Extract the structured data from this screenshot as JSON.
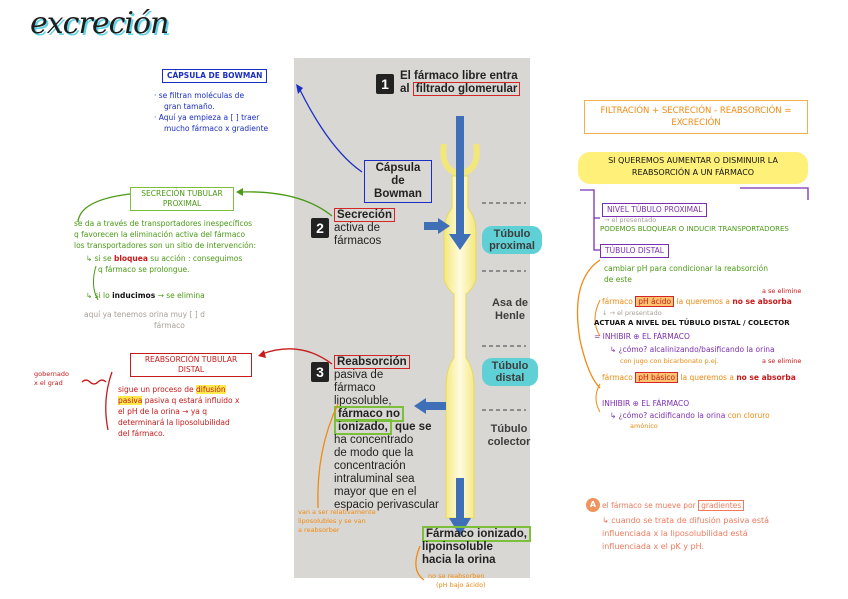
{
  "title": "excreción",
  "figure": {
    "step1": {
      "num": "1",
      "line1": "El fármaco libre entra",
      "line2_prefix": "al ",
      "line2_boxed": "filtrado glomerular"
    },
    "capsula": {
      "line1": "Cápsula de",
      "line2": "Bowman"
    },
    "step2": {
      "num": "2",
      "boxed": "Secreción",
      "line2": "activa de",
      "line3": "fármacos"
    },
    "segments": {
      "tubulo_proximal": [
        "Túbulo",
        "proximal"
      ],
      "asa_henle": [
        "Asa de",
        "Henle"
      ],
      "tubulo_distal": [
        "Túbulo",
        "distal"
      ],
      "tubulo_colector": [
        "Túbulo",
        "colector"
      ]
    },
    "step3": {
      "num": "3",
      "boxed": "Reabsorción",
      "lines": [
        "pasiva de",
        "fármaco",
        "liposoluble,"
      ],
      "green_boxed_1": "fármaco no",
      "green_boxed_2": "ionizado,",
      "after_boxed": " que se",
      "rest": [
        "ha concentrado",
        "de modo que la",
        "concentración",
        "intraluminal sea",
        "mayor que en el",
        "espacio perivascular"
      ]
    },
    "ionizado": {
      "boxed": "Fármaco ionizado,",
      "line2": "lipoinsoluble",
      "line3": "hacia la orina"
    }
  },
  "left": {
    "bowman": {
      "label": "cápsula de bowman",
      "notes": [
        "· se filtran moléculas de",
        "gran tamaño.",
        "· Aquí ya empieza a [ ] traer",
        "mucho fármaco x gradiente"
      ]
    },
    "secrecion": {
      "label": "secreción tubular",
      "label2": "proximal",
      "notes": [
        "se da a través de transportadores inespecíficos",
        "q favorecen la eliminación activa del fármaco",
        "los transportadores son un sitio de intervención:"
      ],
      "sub1_prefix": "↳ si se ",
      "sub1_hl": "bloquea",
      "sub1_rest": " su acción : conseguimos",
      "sub1_line2": "q fármaco se prolongue.",
      "sub2_prefix": "↳ si lo ",
      "sub2_hl": "inducimos",
      "sub2_rest": " → se elimina",
      "gray_note": "aquí ya tenemos orina muy [ ] d",
      "gray_note2": "fármaco"
    },
    "reabsorcion": {
      "label": "reabsorción tubular",
      "label2": "distal",
      "side_note": [
        "gobernado",
        "x el grad"
      ],
      "lines": [
        "sigue un proceso de ",
        "pasiva q estará influido x",
        "el pH de la orina → ya q",
        "determinará la liposolubilidad",
        "del fármaco."
      ],
      "hl_difusion": "difusión",
      "hl_pasiva": "pasiva"
    },
    "orange_note": [
      "van a ser relativamente",
      "liposolubles y se van",
      "a reabsorber"
    ],
    "bottom_note": [
      "no se reabsorben",
      "(pH bajo ácido)"
    ]
  },
  "right": {
    "formula_line1": "filtración + secreción - reabsorción =",
    "formula_line2": "excreción",
    "goal_line1": "si queremos aumentar o disminuir la",
    "goal_line2": "reabsorción a un fármaco",
    "nivel_proximal": "nivel túbulo proximal",
    "proximal_gray": "→ el presentado",
    "proximal_text": "podemos bloquear o inducir transportadores",
    "tubulo_distal": "túbulo distal",
    "distal_line1": "cambiar pH para condicionar la reabsorción",
    "distal_line2": "de este",
    "elimine_note": "a se elimine",
    "acido_prefix": "fármaco ",
    "acido_boxed": "pH ácido",
    "acido_rest": " la queremos a ",
    "acido_no": "no se absorba",
    "acido_gray": "↓ → el presentado",
    "actuar": "actuar a nivel del túbulo distal / colector",
    "inhibir1": "= inhibir ⊕ el fármaco",
    "como1": "↳ ¿cómo? alcalinizando/basificando la orina",
    "como1_sub": "con jugo con bicarbonato p.ej.",
    "elimine_note2": "a se elimine",
    "basico_prefix": "fármaco ",
    "basico_boxed": "pH básico",
    "basico_rest": " la queremos a ",
    "basico_no": "no se absorba",
    "inhibir2": "inhibir ⊕ el fármaco",
    "como2": "↳ ¿cómo? acidificando la orina ",
    "como2_sub": "con cloruro",
    "como2_sub2": "amónico",
    "gradiente_badge": "A",
    "gradiente_prefix": "el fármaco se mueve por ",
    "gradiente_boxed": "gradientes",
    "gradiente_lines": [
      "↳ cuando se trata de difusión pasiva está",
      "influenciada x la liposolubilidad está",
      "influenciada x el pK y pH."
    ]
  }
}
